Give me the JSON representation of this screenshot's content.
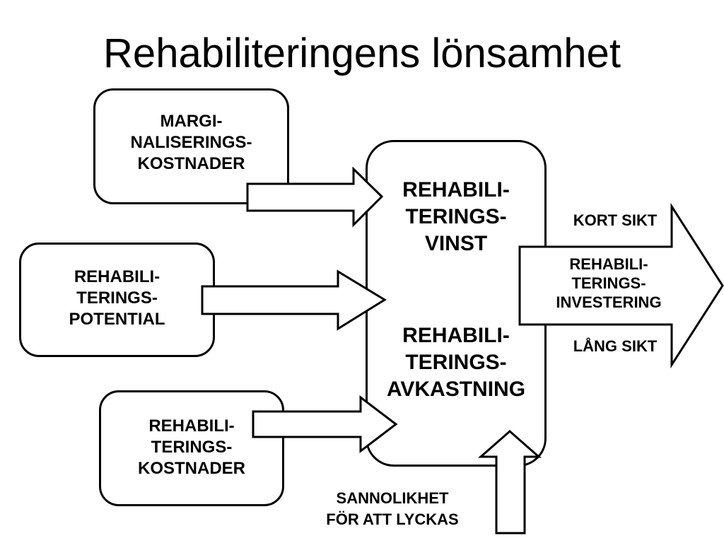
{
  "title": "Rehabiliteringens lönsamhet",
  "inputs": {
    "marginalization": "MARGI-\nNALISERINGS-\nKOSTNADER",
    "potential": "REHABILI-\nTERINGS-\nPOTENTIAL",
    "costs": "REHABILI-\nTERINGS-\nKOSTNADER"
  },
  "center": {
    "profit": "REHABILI-\nTERINGS-\nVINST",
    "return": "REHABILI-\nTERINGS-\nAVKASTNING"
  },
  "output": {
    "short_term": "KORT SIKT",
    "investment": "REHABILI-\nTERINGS-\nINVESTERING",
    "long_term": "LÅNG SIKT"
  },
  "bottom": {
    "probability": "SANNOLIKHET\nFÖR ATT LYCKAS"
  }
}
